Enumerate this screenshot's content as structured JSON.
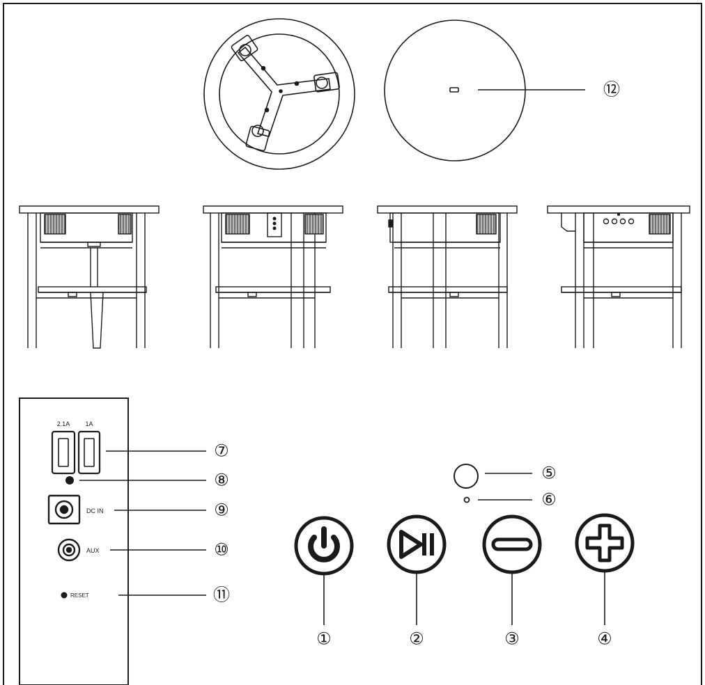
{
  "callouts": {
    "c1": "①",
    "c2": "②",
    "c3": "③",
    "c4": "④",
    "c5": "⑤",
    "c6": "⑥",
    "c7": "⑦",
    "c8": "⑧",
    "c9": "⑨",
    "c10": "⑩",
    "c11": "⑪",
    "c12": "⑫"
  },
  "port_panel": {
    "usb_left_label": "2.1A",
    "usb_right_label": "1A",
    "dc_label": "DC IN",
    "aux_label": "AUX",
    "reset_label": "RESET"
  },
  "colors": {
    "line": "#1a1a1a",
    "wood_texture": "#333333",
    "background": "#ffffff"
  },
  "icons": {
    "button1": "power-icon",
    "button2": "play-pause-icon",
    "button3": "minus-icon",
    "button4": "plus-icon"
  }
}
